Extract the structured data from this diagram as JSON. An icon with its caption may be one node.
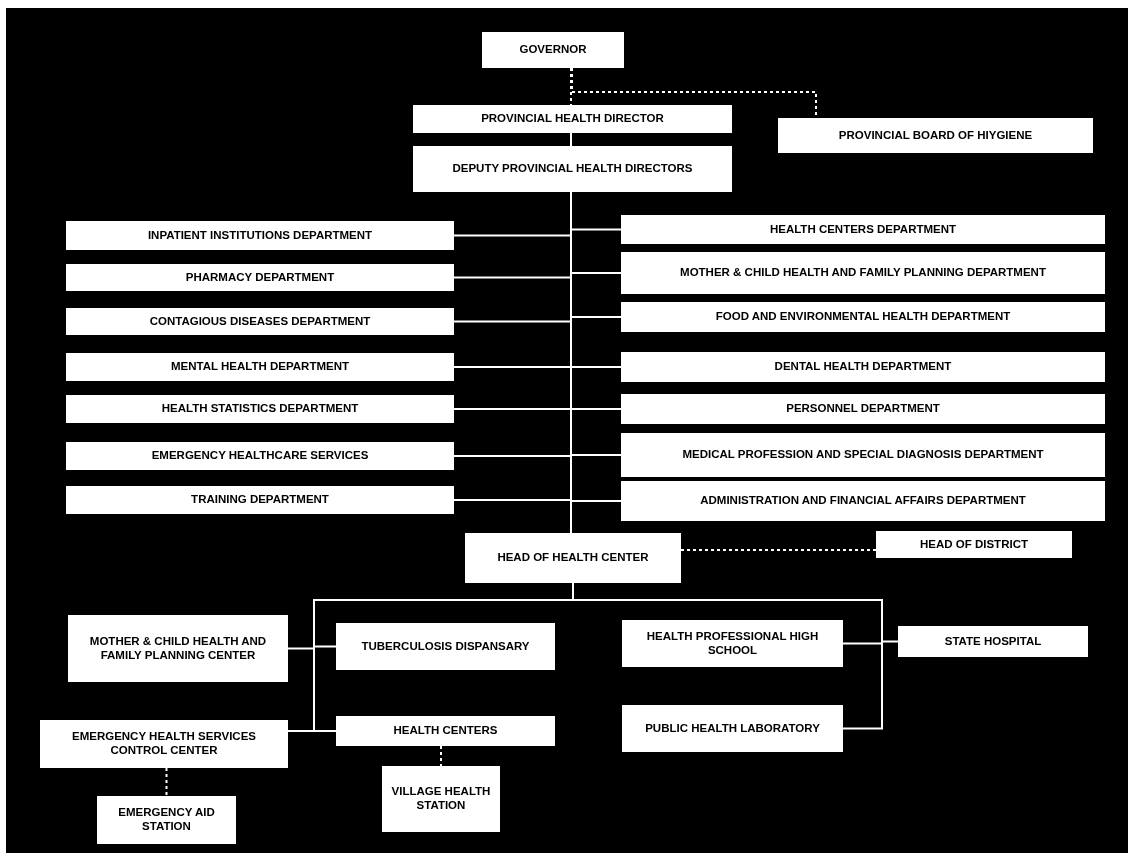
{
  "diagram": {
    "nodes": [
      {
        "text": [
          "GOVERNOR"
        ]
      },
      {
        "text": [
          "PROVINCIAL HEALTH DIRECTOR"
        ]
      },
      {
        "text": [
          "PROVINCIAL BOARD OF HIYGIENE"
        ]
      },
      {
        "text": [
          "DEPUTY PROVINCIAL HEALTH DIRECTORS"
        ]
      },
      {
        "text": [
          "INPATIENT INSTITUTIONS DEPARTMENT"
        ]
      },
      {
        "text": [
          "HEALTH CENTERS DEPARTMENT"
        ]
      },
      {
        "text": [
          "PHARMACY DEPARTMENT"
        ]
      },
      {
        "text": [
          "MOTHER & CHILD HEALTH AND FAMILY PLANNING DEPARTMENT"
        ]
      },
      {
        "text": [
          "CONTAGIOUS DISEASES DEPARTMENT"
        ]
      },
      {
        "text": [
          "FOOD AND ENVIRONMENTAL HEALTH DEPARTMENT"
        ]
      },
      {
        "text": [
          "MENTAL HEALTH DEPARTMENT"
        ]
      },
      {
        "text": [
          "DENTAL HEALTH DEPARTMENT"
        ]
      },
      {
        "text": [
          "HEALTH STATISTICS DEPARTMENT"
        ]
      },
      {
        "text": [
          "PERSONNEL DEPARTMENT"
        ]
      },
      {
        "text": [
          "EMERGENCY HEALTHCARE SERVICES"
        ]
      },
      {
        "text": [
          "MEDICAL PROFESSION AND SPECIAL DIAGNOSIS DEPARTMENT"
        ]
      },
      {
        "text": [
          "TRAINING DEPARTMENT"
        ]
      },
      {
        "text": [
          "ADMINISTRATION AND FINANCIAL AFFAIRS DEPARTMENT"
        ]
      },
      {
        "text": [
          "HEAD OF HEALTH CENTER"
        ]
      },
      {
        "text": [
          "HEAD OF DISTRICT"
        ]
      },
      {
        "text": [
          "MOTHER & CHILD HEALTH AND FAMILY PLANNING CENTER"
        ]
      },
      {
        "text": [
          "TUBERCULOSIS DISPANSARY"
        ]
      },
      {
        "text": [
          "HEALTH PROFESSIONAL HIGH SCHOOL"
        ]
      },
      {
        "text": [
          "STATE HOSPITAL"
        ]
      },
      {
        "text": [
          "EMERGENCY HEALTH SERVICES CONTROL CENTER"
        ]
      },
      {
        "text": [
          "HEALTH CENTERS"
        ]
      },
      {
        "text": [
          "PUBLIC HEALTH LABORATORY"
        ]
      },
      {
        "text": [
          "EMERGENCY AID STATION"
        ]
      },
      {
        "text": [
          "VILLAGE HEALTH STATION"
        ]
      }
    ],
    "edges": [
      {
        "from": 0,
        "to": 1,
        "arrow": "none",
        "style": "dashed"
      },
      {
        "from": 0,
        "to": 2,
        "arrow": "none",
        "style": "dashed"
      },
      {
        "from": 1,
        "to": 3,
        "arrow": "none"
      },
      {
        "from": 3,
        "to": 4,
        "arrow": "none"
      },
      {
        "from": 3,
        "to": 5,
        "arrow": "none"
      },
      {
        "from": 3,
        "to": 6,
        "arrow": "none"
      },
      {
        "from": 3,
        "to": 7,
        "arrow": "none"
      },
      {
        "from": 3,
        "to": 8,
        "arrow": "none"
      },
      {
        "from": 3,
        "to": 9,
        "arrow": "none"
      },
      {
        "from": 3,
        "to": 10,
        "arrow": "none"
      },
      {
        "from": 3,
        "to": 11,
        "arrow": "none"
      },
      {
        "from": 3,
        "to": 12,
        "arrow": "none"
      },
      {
        "from": 3,
        "to": 13,
        "arrow": "none"
      },
      {
        "from": 3,
        "to": 14,
        "arrow": "none"
      },
      {
        "from": 3,
        "to": 15,
        "arrow": "none"
      },
      {
        "from": 3,
        "to": 16,
        "arrow": "none"
      },
      {
        "from": 3,
        "to": 17,
        "arrow": "none"
      },
      {
        "from": 3,
        "to": 18,
        "arrow": "none"
      },
      {
        "from": 18,
        "to": 19,
        "arrow": "none",
        "style": "dashed"
      },
      {
        "from": 18,
        "to": 20,
        "arrow": "none"
      },
      {
        "from": 18,
        "to": 21,
        "arrow": "none"
      },
      {
        "from": 18,
        "to": 24,
        "arrow": "none"
      },
      {
        "from": 18,
        "to": 25,
        "arrow": "none"
      },
      {
        "from": 18,
        "to": 22,
        "arrow": "none"
      },
      {
        "from": 18,
        "to": 23,
        "arrow": "none"
      },
      {
        "from": 18,
        "to": 26,
        "arrow": "none"
      },
      {
        "from": 24,
        "to": 27,
        "arrow": "none",
        "style": "dashed"
      },
      {
        "from": 25,
        "to": 28,
        "arrow": "none",
        "style": "dashed"
      }
    ]
  }
}
